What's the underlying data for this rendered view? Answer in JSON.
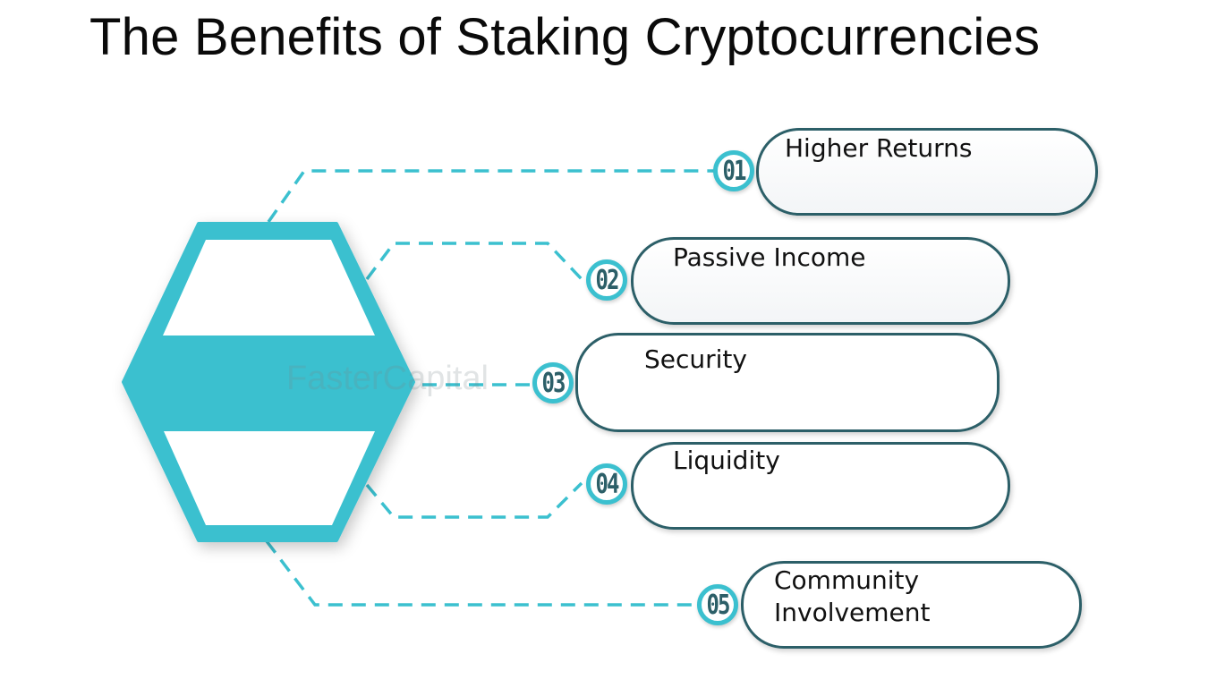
{
  "title": "The Benefits of Staking Cryptocurrencies",
  "watermark": "FasterCapital",
  "colors": {
    "accent": "#3bc0cf",
    "outline": "#2c5f68",
    "text": "#111111"
  },
  "items": [
    {
      "number": "01",
      "label": "Higher Returns"
    },
    {
      "number": "02",
      "label": "Passive Income"
    },
    {
      "number": "03",
      "label": "Security"
    },
    {
      "number": "04",
      "label": "Liquidity"
    },
    {
      "number": "05",
      "label_line1": "Community",
      "label_line2": "Involvement"
    }
  ]
}
